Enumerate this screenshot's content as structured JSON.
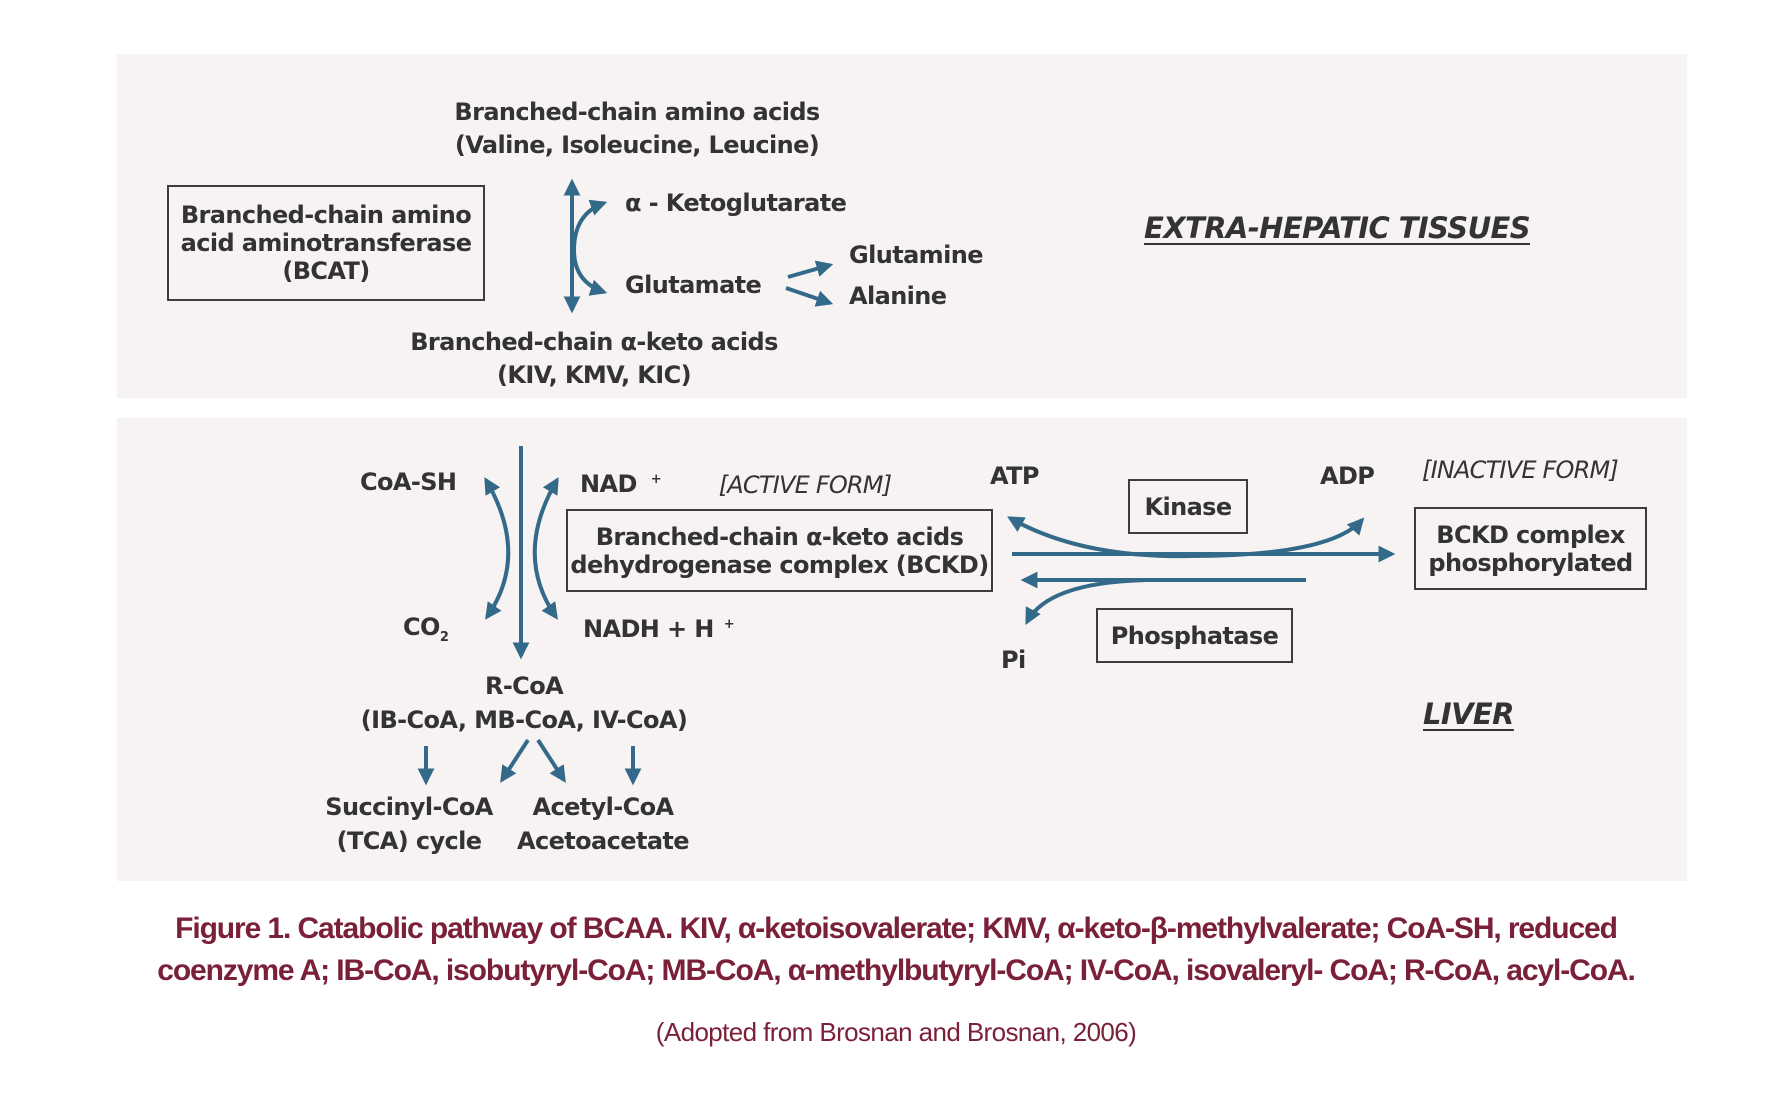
{
  "colors": {
    "panel_bg": "#f7f3f2",
    "arrow": "#336a8a",
    "text": "#333333",
    "caption": "#7b2039"
  },
  "extra_hepatic": {
    "title": "EXTRA-HEPATIC TISSUES",
    "bcat_box": {
      "line1": "Branched-chain amino",
      "line2": "acid aminotransferase",
      "line3": "(BCAT)"
    },
    "bcaa": {
      "line1": "Branched-chain amino acids",
      "line2": "(Valine, Isoleucine, Leucine)"
    },
    "keto_acids": {
      "line1": "Branched-chain α-keto acids",
      "line2": "(KIV, KMV, KIC)"
    },
    "akg": "α - Ketoglutarate",
    "glutamate": "Glutamate",
    "glutamine": "Glutamine",
    "alanine": "Alanine"
  },
  "liver": {
    "title": "LIVER",
    "coash": "CoA-SH",
    "nad": "NAD",
    "nad_sup": "+",
    "co2": "CO",
    "co2_sub": "2",
    "nadh": "NADH + H",
    "nadh_sup": "+",
    "active_form": "[ACTIVE FORM]",
    "bckd_box": {
      "line1": "Branched-chain α-keto acids",
      "line2": "dehydrogenase complex (BCKD)"
    },
    "atp": "ATP",
    "adp": "ADP",
    "kinase": "Kinase",
    "phosphatase": "Phosphatase",
    "pi": "Pi",
    "inactive_form": "[INACTIVE FORM]",
    "phos_box": {
      "line1": "BCKD complex",
      "line2": "phosphorylated"
    },
    "rcoa": {
      "line1": "R-CoA",
      "line2": "(IB-CoA, MB-CoA, IV-CoA)"
    },
    "succinyl": {
      "line1": "Succinyl-CoA",
      "line2": "(TCA) cycle"
    },
    "acetyl": {
      "line1": "Acetyl-CoA",
      "line2": "Acetoacetate"
    }
  },
  "caption": {
    "line1": "Figure 1. Catabolic pathway of BCAA. KIV, α-ketoisovalerate; KMV, α-keto-β-methylvalerate; CoA-SH, reduced",
    "line2": "coenzyme A; IB-CoA, isobutyryl-CoA; MB-CoA, α-methylbutyryl-CoA; IV-CoA, isovaleryl- CoA; R-CoA, acyl-CoA.",
    "attribution": "(Adopted from Brosnan and Brosnan, 2006)"
  }
}
